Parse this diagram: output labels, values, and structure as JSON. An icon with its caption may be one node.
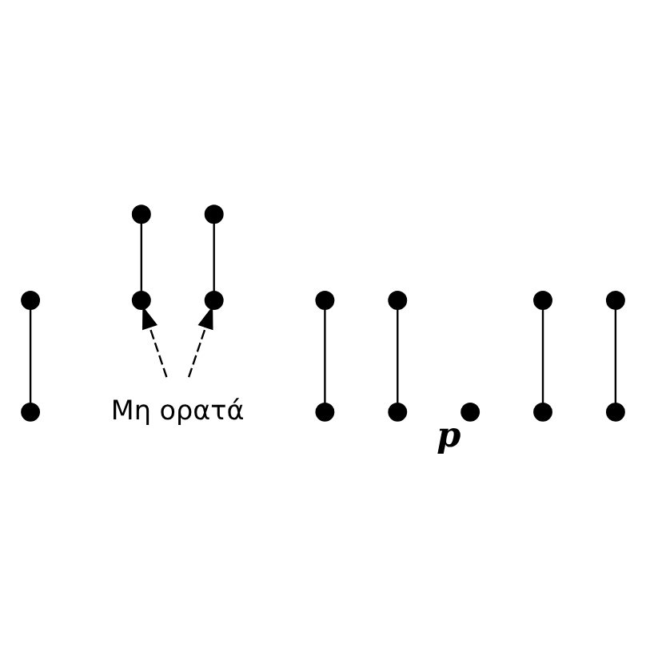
{
  "diagram": {
    "nodes": [
      {
        "text": [],
        "shape": "circle"
      },
      {
        "text": [],
        "shape": "circle"
      },
      {
        "text": [],
        "shape": "circle"
      },
      {
        "text": [],
        "shape": "circle"
      },
      {
        "text": [],
        "shape": "circle"
      },
      {
        "text": [],
        "shape": "circle"
      },
      {
        "text": [],
        "shape": "circle"
      },
      {
        "text": [],
        "shape": "circle",
        "beside": [
          "p"
        ]
      },
      {
        "text": [],
        "shape": "circle"
      },
      {
        "text": [],
        "shape": "circle"
      },
      {
        "text": [],
        "shape": "circle"
      },
      {
        "text": [],
        "shape": "circle"
      },
      {
        "text": [],
        "shape": "circle"
      },
      {
        "text": [],
        "shape": "circle"
      },
      {
        "text": [],
        "shape": "circle"
      },
      {
        "text": [
          "Μη ορατά"
        ]
      }
    ],
    "edges": [
      {
        "from": 3,
        "to": 1,
        "arrow": "none"
      },
      {
        "from": 6,
        "to": 2,
        "arrow": "none"
      },
      {
        "from": 4,
        "to": 5,
        "arrow": "none"
      },
      {
        "from": 0,
        "to": 8,
        "arrow": "none"
      },
      {
        "from": 9,
        "to": 11,
        "arrow": "none"
      },
      {
        "from": 12,
        "to": 10,
        "arrow": "none"
      },
      {
        "from": 13,
        "to": 14,
        "arrow": "none"
      },
      {
        "from": 15,
        "to": 3,
        "arrow": "to",
        "style": "dashed"
      },
      {
        "from": 15,
        "to": 12,
        "arrow": "to",
        "style": "dashed"
      }
    ]
  }
}
